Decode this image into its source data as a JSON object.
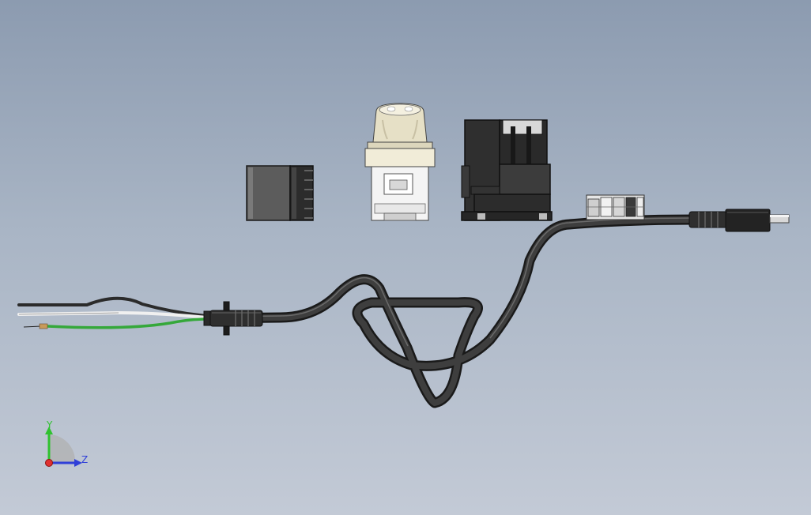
{
  "viewport": {
    "background_top": "#8c9bb0",
    "background_bottom": "#c3cad6"
  },
  "model": {
    "components": [
      "terminal-block-connector",
      "round-socket-connector",
      "relay-housing",
      "small-plug-clip",
      "power-cord",
      "barrel-plug"
    ],
    "cord_color": "#2a2a2a",
    "wire_colors": {
      "black": "#2b2b2b",
      "white": "#eeeeee",
      "green": "#35a83a"
    }
  },
  "triad": {
    "y_label": "Y",
    "z_label": "Z",
    "y_color": "#2fc22f",
    "z_color": "#2f3fd8",
    "origin_color": "#e03030"
  }
}
